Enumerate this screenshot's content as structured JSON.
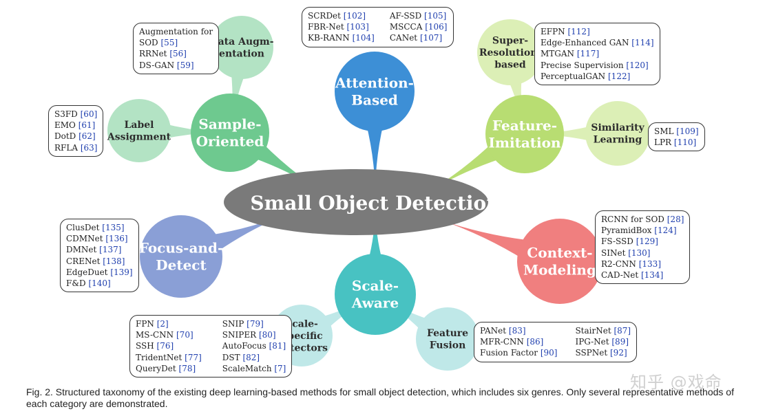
{
  "center": {
    "label": "Small Object Detection",
    "color": "#7a7a7a"
  },
  "nodes": [
    {
      "id": "attention",
      "lines": [
        "Attention-",
        "Based"
      ],
      "color": "#3d8fd6"
    },
    {
      "id": "sample",
      "lines": [
        "Sample-",
        "Oriented"
      ],
      "color": "#6ec98f"
    },
    {
      "id": "data-aug",
      "lines": [
        "Data Augm-",
        "entation"
      ],
      "color": "#b3e3c4"
    },
    {
      "id": "label-assign",
      "lines": [
        "Label",
        "Assignment"
      ],
      "color": "#b3e3c4"
    },
    {
      "id": "feature-imitation",
      "lines": [
        "Feature-",
        "Imitation"
      ],
      "color": "#b8dd72"
    },
    {
      "id": "super-res",
      "lines": [
        "Super-",
        "Resolution-",
        "based"
      ],
      "color": "#dcefb6"
    },
    {
      "id": "similarity",
      "lines": [
        "Similarity",
        "Learning"
      ],
      "color": "#dcefb6"
    },
    {
      "id": "focus",
      "lines": [
        "Focus-and-",
        "Detect"
      ],
      "color": "#8a9fd6"
    },
    {
      "id": "context",
      "lines": [
        "Context-",
        "Modeling"
      ],
      "color": "#f07f7f"
    },
    {
      "id": "scale",
      "lines": [
        "Scale-",
        "Aware"
      ],
      "color": "#48c2c2"
    },
    {
      "id": "scale-specific",
      "lines": [
        "Scale-",
        "Specific",
        "Detectors"
      ],
      "color": "#bfe8e8"
    },
    {
      "id": "feature-fusion",
      "lines": [
        "Feature",
        "Fusion"
      ],
      "color": "#bfe8e8"
    }
  ],
  "boxes": [
    {
      "id": "attention-methods",
      "cols": [
        [
          {
            "t": "SCRDet ",
            "r": "[102]"
          },
          {
            "t": "FBR-Net ",
            "r": "[103]"
          },
          {
            "t": "KB-RANN ",
            "r": "[104]"
          }
        ],
        [
          {
            "t": "AF-SSD ",
            "r": "[105]"
          },
          {
            "t": "MSCCA ",
            "r": "[106]"
          },
          {
            "t": "CANet ",
            "r": "[107]"
          }
        ]
      ]
    },
    {
      "id": "data-aug-methods",
      "cols": [
        [
          {
            "t": "Augmentation for",
            "r": ""
          },
          {
            "t": "SOD ",
            "r": "[55]"
          },
          {
            "t": "RRNet ",
            "r": "[56]"
          },
          {
            "t": "DS-GAN ",
            "r": "[59]"
          }
        ]
      ]
    },
    {
      "id": "label-assign-methods",
      "cols": [
        [
          {
            "t": "S3FD ",
            "r": "[60]"
          },
          {
            "t": "EMO ",
            "r": "[61]"
          },
          {
            "t": "DotD ",
            "r": "[62]"
          },
          {
            "t": "RFLA ",
            "r": "[63]"
          }
        ]
      ]
    },
    {
      "id": "super-res-methods",
      "cols": [
        [
          {
            "t": "EFPN ",
            "r": "[112]"
          },
          {
            "t": "Edge-Enhanced GAN ",
            "r": "[114]"
          },
          {
            "t": "MTGAN ",
            "r": "[117]"
          },
          {
            "t": "Precise Supervision ",
            "r": "[120]"
          },
          {
            "t": "PerceptualGAN ",
            "r": "[122]"
          }
        ]
      ]
    },
    {
      "id": "similarity-methods",
      "cols": [
        [
          {
            "t": "SML ",
            "r": "[109]"
          },
          {
            "t": "LPR ",
            "r": "[110]"
          }
        ]
      ]
    },
    {
      "id": "focus-methods",
      "cols": [
        [
          {
            "t": "ClusDet ",
            "r": "[135]"
          },
          {
            "t": "CDMNet ",
            "r": "[136]"
          },
          {
            "t": "DMNet ",
            "r": "[137]"
          },
          {
            "t": "CRENet ",
            "r": "[138]"
          },
          {
            "t": "EdgeDuet ",
            "r": "[139]"
          },
          {
            "t": "F&D ",
            "r": "[140]"
          }
        ]
      ]
    },
    {
      "id": "context-methods",
      "cols": [
        [
          {
            "t": "RCNN for SOD ",
            "r": "[28]"
          },
          {
            "t": "PyramidBox ",
            "r": "[124]"
          },
          {
            "t": "FS-SSD ",
            "r": "[129]"
          },
          {
            "t": "SINet ",
            "r": "[130]"
          },
          {
            "t": "R2-CNN ",
            "r": "[133]"
          },
          {
            "t": "CAD-Net ",
            "r": "[134]"
          }
        ]
      ]
    },
    {
      "id": "scale-specific-methods",
      "cols": [
        [
          {
            "t": "FPN ",
            "r": "[2]"
          },
          {
            "t": "MS-CNN ",
            "r": "[70]"
          },
          {
            "t": "SSH ",
            "r": "[76]"
          },
          {
            "t": "TridentNet ",
            "r": "[77]"
          },
          {
            "t": "QueryDet ",
            "r": "[78]"
          }
        ],
        [
          {
            "t": "SNIP ",
            "r": "[79]"
          },
          {
            "t": "SNIPER ",
            "r": "[80]"
          },
          {
            "t": "AutoFocus ",
            "r": "[81]"
          },
          {
            "t": "DST ",
            "r": "[82]"
          },
          {
            "t": "ScaleMatch ",
            "r": "[7]"
          }
        ]
      ]
    },
    {
      "id": "feature-fusion-methods",
      "cols": [
        [
          {
            "t": "PANet ",
            "r": "[83]"
          },
          {
            "t": "MFR-CNN ",
            "r": "[86]"
          },
          {
            "t": "Fusion Factor ",
            "r": "[90]"
          }
        ],
        [
          {
            "t": "StairNet ",
            "r": "[87]"
          },
          {
            "t": "IPG-Net ",
            "r": "[89]"
          },
          {
            "t": "SSPNet ",
            "r": "[92]"
          }
        ]
      ]
    }
  ],
  "caption": "Fig. 2. Structured taxonomy of the existing deep learning-based methods for small object detection, which includes six genres. Only several representative methods of each category are demonstrated.",
  "watermark": "知乎 @戏命"
}
